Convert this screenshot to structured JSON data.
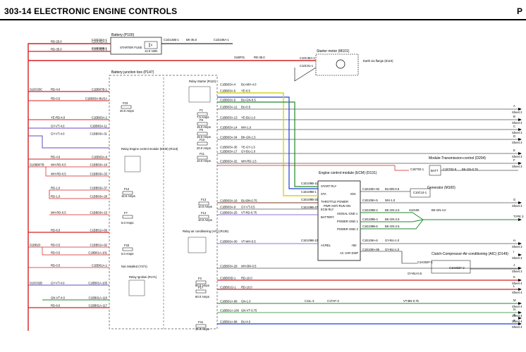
{
  "header": {
    "title": "303-14 ELECTRONIC ENGINE CONTROLS",
    "page_ref": "P"
  },
  "colors": {
    "red": "#d42020",
    "blue": "#1a3fd6",
    "yellow": "#d8d020",
    "green": "#1e8a2a",
    "purple": "#6a46c0",
    "orange": "#e07a18",
    "brown": "#7a3a20",
    "black": "#000000"
  },
  "components": {
    "battery": {
      "title": "Battery (P100)",
      "fuse": "STARTER FUSE",
      "volts": "12.0 Volts",
      "c1": "C10C02A-1",
      "c2": "C10C02B-1",
      "c3": "C1D134B-1",
      "c4": "C1D106A-1",
      "wire": "BK-35.0"
    },
    "starter": {
      "title": "Starter motor (M101)",
      "c1": "C10C35A-1",
      "c2": "C10C01-1",
      "c3": "S1BF01",
      "wire": "RD-35.0",
      "earth": "Earth via flange (E110)"
    },
    "bjb": {
      "title": "Battery junction box (P147)"
    },
    "ecm": {
      "title": "Engine control-module (ECM) (D131)",
      "pins": [
        "START RLY",
        "STA",
        "THROTTLE POWER",
        "PWR ANTI-RUN ON",
        "ECM RLY",
        "BATTERY",
        "IGN",
        "SIGNAL GND 1",
        "POWER GND 1",
        "POWER GND 2",
        "ACREL",
        "+B2",
        "AC VAR DISP"
      ]
    },
    "generator": {
      "title": "Generator (M100)",
      "conn": "C10C14-1"
    },
    "tcm": {
      "title": "Module-Transmission-control (D204)",
      "short": "BATT",
      "c1": "C1ET02-1",
      "c2": "C1ET02-9",
      "wire": "BK-GN-0.75"
    },
    "clutch": {
      "title": "Clutch-Compressor-Air-conditioning (AIC) (D149)",
      "c1": "C1H302F-1",
      "c2": "C1H302F-2",
      "wire": "GY-BU-0.5"
    },
    "relay_starter": {
      "title": "Relay Starter (R110)"
    },
    "relay_ecm": {
      "title": "Relay Engine control module (ECM) (R116)"
    },
    "relay_ac": {
      "title": "Relay air conditioning (A/C) (R135)"
    },
    "relay_ign": {
      "title": "Relay Ignition (R171)"
    },
    "not_installed": "Not installed (Y371)"
  },
  "left_wires": [
    {
      "wire": "RD-25.0",
      "conn": "C10C02A-1"
    },
    {
      "wire": "RD-35.0",
      "conn": "C10C02B-1"
    },
    {
      "wire": "RD-4.0",
      "conn": "C1BB07B-1",
      "splice": "S10C03C"
    },
    {
      "wire": "RD-0.5",
      "conn": "C1BB03A-BUSA"
    },
    {
      "wire": "YE-RD-4.0",
      "conn": "C1BB03A-2"
    },
    {
      "wire": "GY-VT-4.0",
      "conn": "C1BB03A-11"
    },
    {
      "wire": "GY-VT-4.0",
      "conn": "C1BB03A-31"
    },
    {
      "wire": "RD-4.0",
      "conn": "C1BB03A-8"
    },
    {
      "wire": "WH-RD-0.5",
      "conn": "C1BB03A-18",
      "splice": "S10BB07B"
    },
    {
      "wire": "WH-RD-0.5",
      "conn": "C1BB03A-33"
    },
    {
      "wire": "RD-1.0",
      "conn": "C1BB03A-37"
    },
    {
      "wire": "RD-1.0",
      "conn": "C1BB03A-28"
    },
    {
      "wire": "WH-RD-0.5",
      "conn": "C1BB03A-15"
    },
    {
      "wire": "RD-6.0",
      "conn": "C1BB01A-66"
    },
    {
      "wire": "RD-0.5",
      "conn": "C1BB01A-92",
      "splice": "S1BB23"
    },
    {
      "wire": "RD-0.5",
      "conn": "C1BB01A-101"
    },
    {
      "wire": "RD-0.5",
      "conn": "C1BB01A-1"
    },
    {
      "wire": "GY-VT-4.0",
      "conn": "C1BB01A-105",
      "splice": "S10C02B"
    },
    {
      "wire": "GN-VT-4.0",
      "conn": "C1BB01A-116"
    },
    {
      "wire": "RD-6.0",
      "conn": "C1BB01A-117"
    }
  ],
  "fuses": [
    {
      "name": "F23",
      "amps": "40.0 Amps"
    },
    {
      "name": "F1",
      "amps": "7.5 Amps"
    },
    {
      "name": "F8",
      "amps": "15.0 Amps"
    },
    {
      "name": "F9",
      "amps": "15.0 Amps"
    },
    {
      "name": "F10",
      "amps": "20.0 Amps"
    },
    {
      "name": "F11",
      "amps": "10.0 Amps"
    },
    {
      "name": "F12",
      "amps": "15.0 Amps"
    },
    {
      "name": "F13",
      "amps": "10.0 Amps"
    },
    {
      "name": "F7",
      "amps": "5.0 Amps"
    },
    {
      "name": "F14",
      "amps": "10.0 Amps"
    },
    {
      "name": "F33",
      "amps": "5.0 Amps"
    },
    {
      "name": "F3",
      "amps": "80.0 Amps"
    },
    {
      "name": "F17",
      "amps": "60.0 Amps"
    },
    {
      "name": "F41",
      "amps": "20.0 Amps"
    }
  ],
  "right_wires": [
    {
      "conn": "C1BB03A-4",
      "wire": "BU-WH-4.0"
    },
    {
      "conn": "C1BB03A-5",
      "wire": "YE-0.5"
    },
    {
      "conn": "C1BB03A-5",
      "wire": "BU-GN-0.5"
    },
    {
      "conn": "C1BB03A-12",
      "wire": "BU-0.5"
    },
    {
      "conn": "C1BB03A-13",
      "wire": "YE-BU-1.0"
    },
    {
      "conn": "C1BB03A-14",
      "wire": "WH-1.0"
    },
    {
      "conn": "C1BB03A-34",
      "wire": "BK-GN-1.5"
    },
    {
      "conn": "C1BB03A-35",
      "wire": "YE-GY-1.5"
    },
    {
      "conn": "C1BB03A-17",
      "wire": "GY-BU-1.0"
    },
    {
      "conn": "C1BB03A-32",
      "wire": "WH-RD-1.5"
    },
    {
      "conn": "C1BB03A-16",
      "wire": "BU-BN-0.75"
    },
    {
      "conn": "C1BB03A-9",
      "wire": "GY-VT-0.5"
    },
    {
      "conn": "C1BB03A-25",
      "wire": "VT-RD-0.75"
    },
    {
      "conn": "C1BB03A-30",
      "wire": "VT-WH-0.5"
    },
    {
      "conn": "C1BB03A-29",
      "wire": "WH-BN-0.5"
    },
    {
      "conn": "C1BB03D-1",
      "wire": "RD-10.0"
    },
    {
      "conn": "C1BB01G-1",
      "wire": "RD-10.0"
    },
    {
      "conn": "C1BB01A-99",
      "wire": "GN-1.0"
    },
    {
      "conn": "C1BB01A-106",
      "wire": "GN-VT-0.75"
    },
    {
      "conn": "C1BB01A-98",
      "wire": "BU-4.0"
    }
  ],
  "ecm_wires": [
    {
      "conn": "C1E109B-11",
      "wire": ""
    },
    {
      "conn": "C1E109B-1",
      "wire": ""
    },
    {
      "conn": "C1E109B-20",
      "wire": ""
    },
    {
      "conn": "C1E109B-27",
      "wire": ""
    },
    {
      "conn": "C1E109A-92",
      "wire": "BU-BN-0.5"
    },
    {
      "conn": "C1E109A-5",
      "wire": "WH-1.0"
    },
    {
      "conn": "C1E109B-2",
      "wire": "BK-GN-2.5"
    },
    {
      "conn": "C1E109B-4",
      "wire": "BK-GN-2.5"
    },
    {
      "conn": "C1E109B-6",
      "wire": "BK-GN-2.5"
    },
    {
      "conn": "C1E109B-10",
      "wire": ""
    },
    {
      "conn": "C1E109A-6",
      "wire": "GY-BU-1.0"
    },
    {
      "conn": "C1E109A-85",
      "wire": "GY-BU-1.0"
    },
    {
      "conn": "S10108",
      "wire": "BK-GN-4.0"
    },
    {
      "conn": "C11L-3",
      "wire": "C1TAF-3"
    },
    {
      "conn": "",
      "wire": "VT-BN-0.75"
    }
  ],
  "sheet_refs": [
    {
      "letter": "A",
      "sheet": "Sheet 2"
    },
    {
      "letter": "B",
      "sheet": "Sheet 4"
    },
    {
      "letter": "C",
      "sheet": "Sheet 3"
    },
    {
      "letter": "D",
      "sheet": "Sheet 3"
    },
    {
      "letter": "E",
      "sheet": "Sheet 3"
    },
    {
      "letter": "F",
      "sheet": "Sheet 3"
    },
    {
      "letter": "G",
      "sheet": "Sheet 3"
    },
    {
      "letter": "TYPE 3",
      "sheet": ""
    },
    {
      "letter": "H",
      "sheet": "Sheet 3"
    },
    {
      "letter": "I",
      "sheet": "Sheet 3"
    },
    {
      "letter": "J",
      "sheet": "Sheet 3"
    },
    {
      "letter": "K",
      "sheet": "Sheet 4"
    },
    {
      "letter": "L",
      "sheet": "Sheet 4"
    },
    {
      "letter": "M",
      "sheet": "Sheet 4"
    },
    {
      "letter": "N",
      "sheet": "Sheet 4"
    },
    {
      "letter": "O",
      "sheet": "Sheet 4"
    },
    {
      "letter": "P",
      "sheet": "Sheet 4"
    }
  ]
}
